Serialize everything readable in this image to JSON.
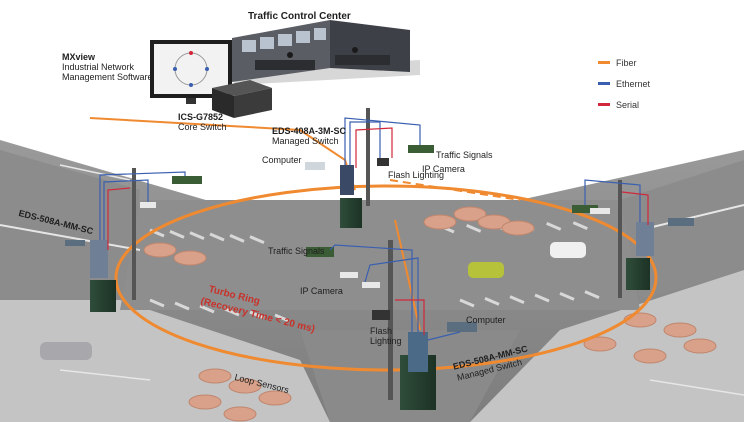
{
  "title": "Traffic Control Center",
  "software": {
    "name": "MXview",
    "line2": "Industrial Network",
    "line3": "Management Software"
  },
  "core_switch": {
    "model": "ICS-G7852",
    "role": "Core Switch"
  },
  "labels": {
    "eds408": "EDS-408A-3M-SC",
    "managed_switch": "Managed Switch",
    "computer": "Computer",
    "traffic_signals": "Traffic Signals",
    "ip_camera": "IP Camera",
    "flash_lighting": "Flash Lighting",
    "eds508_left": "EDS-508A-MM-SC",
    "traffic_signals_2": "Traffic Signals",
    "ip_camera_2": "IP Camera",
    "turbo_ring": "Turbo Ring",
    "recovery": "(Recovery Time < 20 ms)",
    "flash_2": "Flash",
    "lighting_2": "Lighting",
    "computer_2": "Computer",
    "eds508_front": "EDS-508A-MM-SC",
    "managed_switch_2": "Managed Switch",
    "loop_sensors": "Loop Sensors"
  },
  "legend": [
    {
      "label": "Fiber",
      "color": "#f08a30"
    },
    {
      "label": "Ethernet",
      "color": "#3a5fb0"
    },
    {
      "label": "Serial",
      "color": "#d0283a"
    }
  ],
  "colors": {
    "fiber": "#f08a30",
    "ethernet": "#3a5fb0",
    "serial": "#d0283a",
    "road": "#8f8f8f",
    "sidewalk": "#c9c9c9",
    "sensor": "#d9a189"
  }
}
